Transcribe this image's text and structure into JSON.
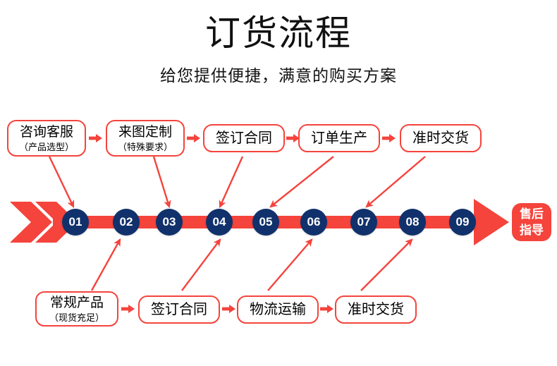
{
  "header": {
    "title": "订货流程",
    "subtitle": "给您提供便捷，满意的购买方案"
  },
  "colors": {
    "red": "#f4443c",
    "navy": "#10316b",
    "text": "#000000",
    "background": "#ffffff"
  },
  "top_row": [
    {
      "main": "咨询客服",
      "sub": "（产品选型）"
    },
    {
      "main": "来图定制",
      "sub": "（特殊要求）"
    },
    {
      "main": "签订合同",
      "sub": ""
    },
    {
      "main": "订单生产",
      "sub": ""
    },
    {
      "main": "准时交货",
      "sub": ""
    }
  ],
  "bottom_row": [
    {
      "main": "常规产品",
      "sub": "（现货充足）"
    },
    {
      "main": "签订合同",
      "sub": ""
    },
    {
      "main": "物流运输",
      "sub": ""
    },
    {
      "main": "准时交货",
      "sub": ""
    }
  ],
  "timeline": {
    "steps": [
      "01",
      "02",
      "03",
      "04",
      "05",
      "06",
      "07",
      "08",
      "09"
    ],
    "end_badge_line1": "售后",
    "end_badge_line2": "指导"
  }
}
